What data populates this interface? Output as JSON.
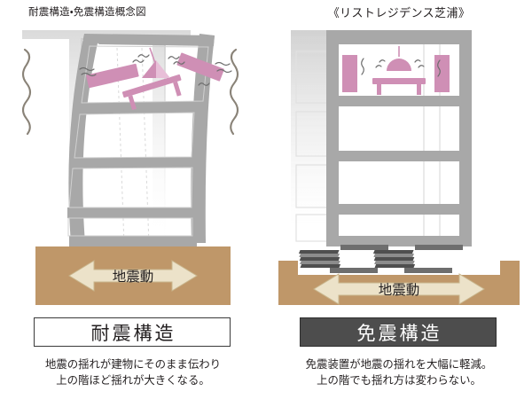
{
  "figure": {
    "caption_left": "耐震構造・免震構造概念図",
    "caption_right": "《リストレジデンス芝浦》"
  },
  "panels": {
    "left": {
      "plate_label": "耐震構造",
      "ground_arrow_label": "地震動",
      "description_line1": "地震の揺れが建物にそのまま伝わり",
      "description_line2": "上の階ほど揺れが大きくなる。"
    },
    "right": {
      "plate_label": "免震構造",
      "ground_arrow_label": "地震動",
      "description_line1": "免震装置が地震の揺れを大幅に軽減。",
      "description_line2": "上の階でも揺れ方は変わらない。"
    }
  },
  "colors": {
    "background": "#ffffff",
    "frame_gray": "#a8a8a8",
    "frame_gray_dark": "#949494",
    "ghost_gray": "#dcdcdc",
    "ground_tan": "#bf9769",
    "arrow_cream": "#ece2c9",
    "arrow_outline": "#c9b68d",
    "furniture_pink": "#cf8fb5",
    "furniture_pink_light": "#e8bfd8",
    "plate_dark_bg": "#4d4d4d",
    "plate_border": "#3a3a3a",
    "text": "#231f20",
    "isolator_dark": "#4f4f4f",
    "isolator_mid": "#8c8c8c"
  },
  "icons": {
    "shake_wave": "shake-wave-icon",
    "seismic_arrow": "double-arrow-icon",
    "isolator": "seismic-isolator-icon",
    "lamp": "pendant-lamp-icon",
    "table": "table-icon",
    "cabinet": "cabinet-icon"
  }
}
